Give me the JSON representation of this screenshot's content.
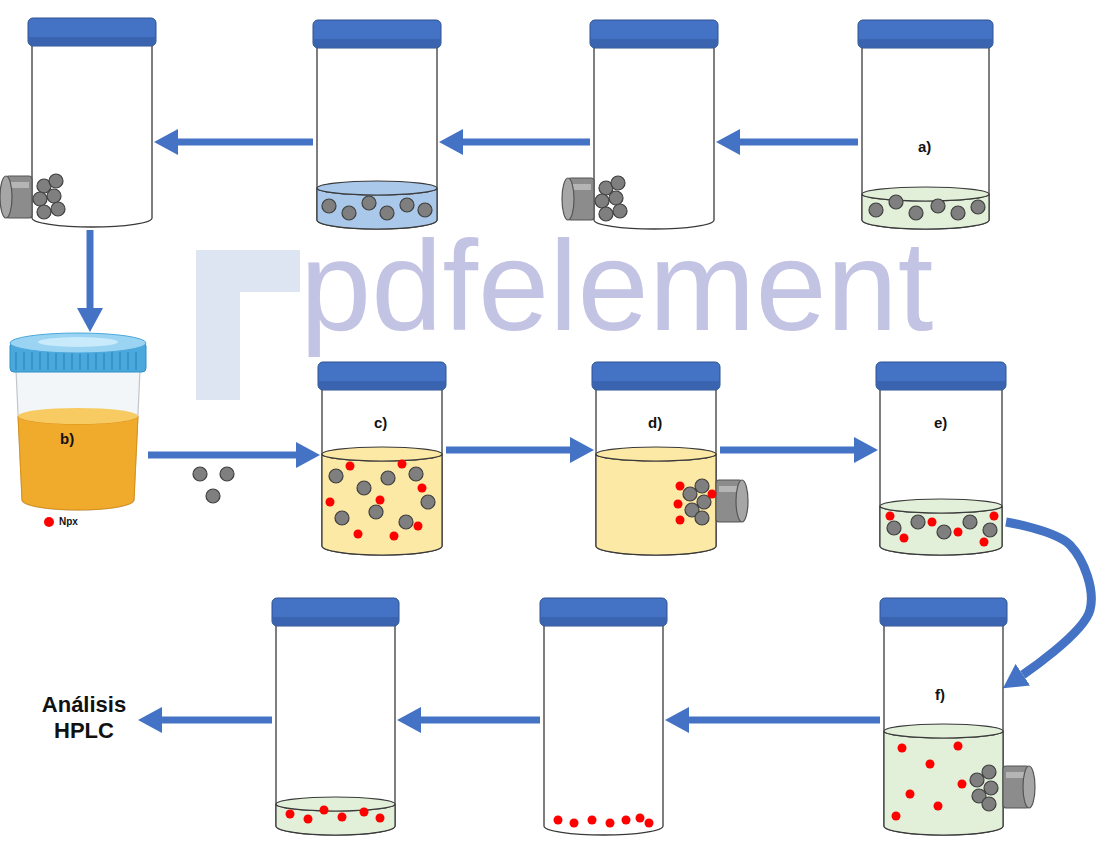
{
  "diagram": {
    "nodes": [
      {
        "text": [
          "a)"
        ]
      },
      {
        "text": []
      },
      {
        "text": []
      },
      {
        "text": []
      },
      {
        "text": [
          "b)"
        ]
      },
      {
        "text": [
          "c)"
        ]
      },
      {
        "text": [
          "d)"
        ]
      },
      {
        "text": [
          "e)"
        ]
      },
      {
        "text": [
          "f)"
        ]
      },
      {
        "text": []
      },
      {
        "text": []
      },
      {
        "text": [
          "Análisis HPLC"
        ]
      }
    ],
    "edges": [
      {
        "from": 0,
        "to": 1,
        "arrow": "to"
      },
      {
        "from": 1,
        "to": 2,
        "arrow": "to"
      },
      {
        "from": 2,
        "to": 3,
        "arrow": "to"
      },
      {
        "from": 3,
        "to": 4,
        "arrow": "to"
      },
      {
        "from": 4,
        "to": 5,
        "arrow": "to"
      },
      {
        "from": 5,
        "to": 6,
        "arrow": "to"
      },
      {
        "from": 6,
        "to": 7,
        "arrow": "to"
      },
      {
        "from": 7,
        "to": 8,
        "arrow": "to"
      },
      {
        "from": 8,
        "to": 9,
        "arrow": "to"
      },
      {
        "from": 9,
        "to": 10,
        "arrow": "to"
      },
      {
        "from": 10,
        "to": 11,
        "arrow": "to"
      }
    ],
    "labels": [
      "pdfelement"
    ],
    "legend": [
      {
        "text": "Npx",
        "color": "#ff0000"
      }
    ]
  }
}
